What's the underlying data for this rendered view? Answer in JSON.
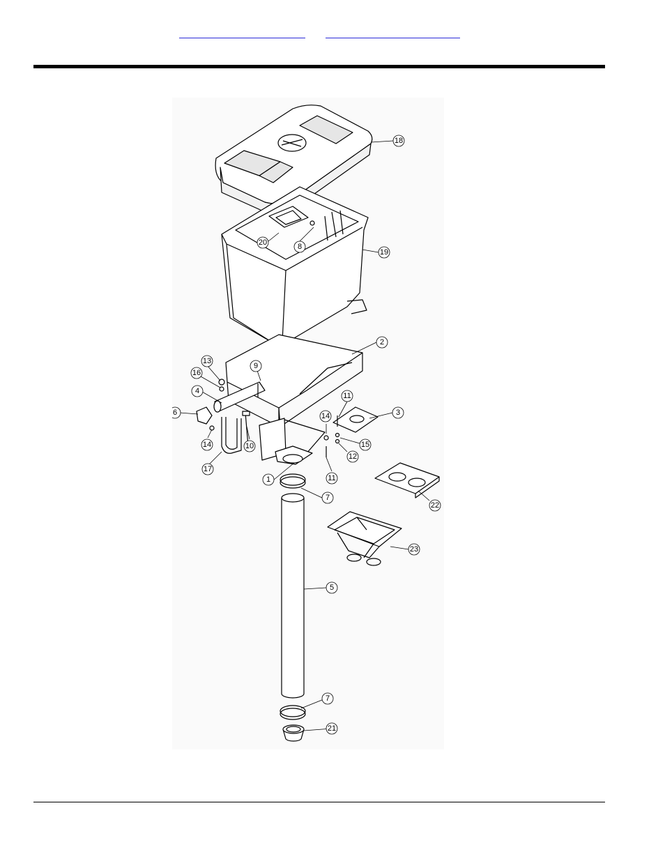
{
  "header": {
    "links": [
      {
        "label": ""
      },
      {
        "label": ""
      }
    ]
  },
  "figure": {
    "callouts": [
      "1",
      "2",
      "3",
      "4",
      "5",
      "6",
      "7",
      "7",
      "8",
      "9",
      "10",
      "11",
      "11",
      "12",
      "13",
      "14",
      "14",
      "15",
      "16",
      "17",
      "18",
      "19",
      "20",
      "21",
      "22",
      "23"
    ]
  },
  "colors": {
    "link": "#2a2ad8",
    "line": "#000000",
    "figure_bg": "#fafafa"
  }
}
